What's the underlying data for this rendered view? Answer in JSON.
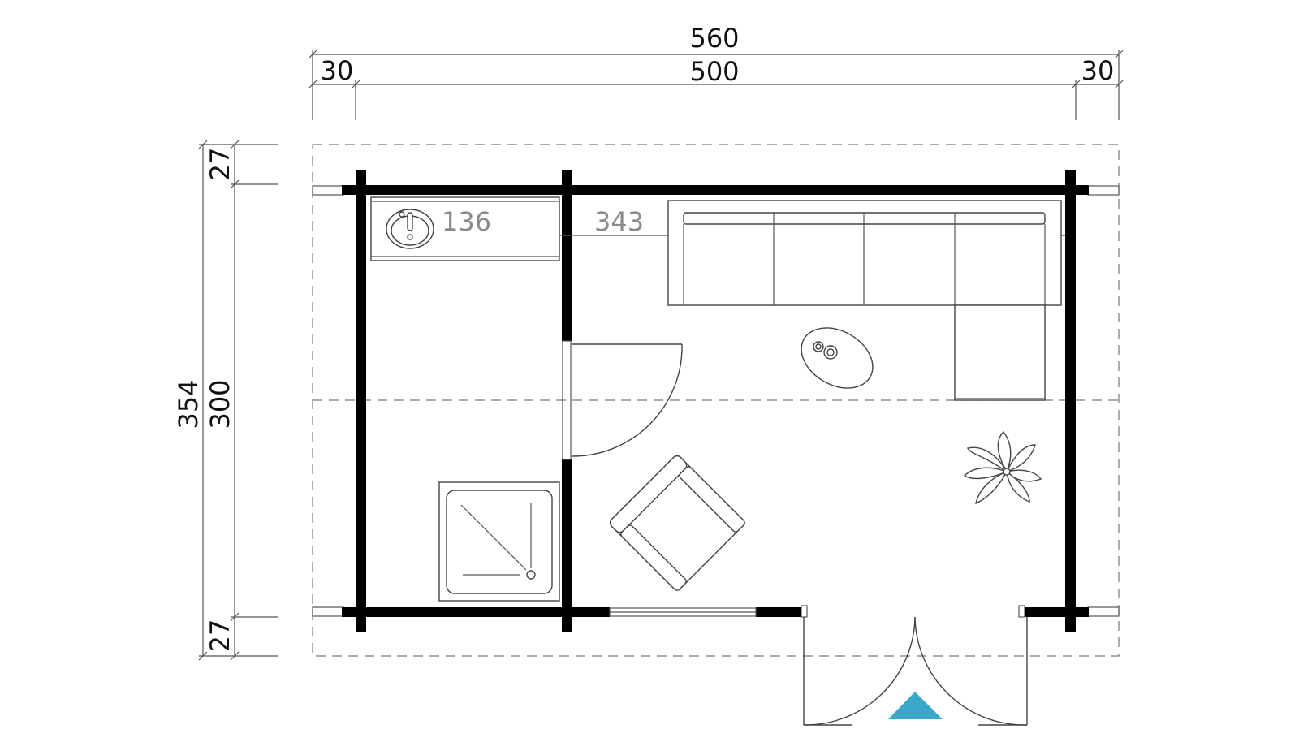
{
  "dimensions": {
    "overall_width": "560",
    "left_overhang": "30",
    "inner_width": "500",
    "right_overhang": "30",
    "overall_depth": "354",
    "inner_depth": "300",
    "top_overhang": "27",
    "bottom_overhang": "27"
  },
  "rooms": {
    "small_room_width": "136",
    "main_room_width": "343"
  },
  "colors": {
    "entrance_marker": "#3aa8c8",
    "wall": "#000000",
    "room_label": "#8a8a8a"
  },
  "icons": {
    "entrance": "triangle-up",
    "plant": "potted-plant",
    "sink": "washbasin",
    "shower": "shower-tray"
  }
}
